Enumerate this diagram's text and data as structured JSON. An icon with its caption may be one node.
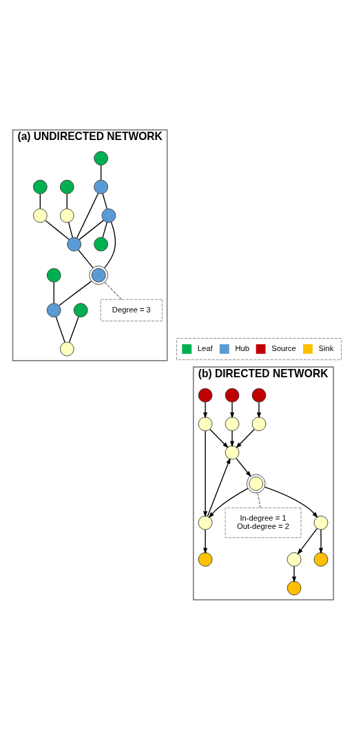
{
  "diagram": {
    "nodes": [
      {
        "text": [
          "(a) UNDIRECTED NETWORK"
        ]
      },
      {
        "text": [],
        "shape": "circle",
        "in": 0
      },
      {
        "text": [],
        "shape": "circle",
        "in": 0
      },
      {
        "text": [],
        "shape": "circle",
        "in": 0
      },
      {
        "text": [],
        "shape": "circle",
        "in": 0
      },
      {
        "text": [],
        "shape": "circle",
        "in": 0
      },
      {
        "text": [],
        "shape": "circle",
        "in": 0
      },
      {
        "text": [],
        "shape": "circle",
        "in": 0
      },
      {
        "text": [],
        "shape": "circle",
        "in": 0
      },
      {
        "text": [],
        "shape": "circle",
        "in": 0
      },
      {
        "text": [],
        "shape": "circle",
        "in": 0
      },
      {
        "text": [],
        "shape": "circle",
        "in": 0
      },
      {
        "text": [],
        "shape": "circle",
        "in": 0
      },
      {
        "text": [],
        "shape": "circle",
        "in": 0
      },
      {
        "text": [],
        "shape": "circle",
        "in": 0
      },
      {
        "text": [
          "Degree = 3"
        ],
        "in": 0
      },
      {
        "text": [
          "(b) DIRECTED NETWORK"
        ]
      },
      {
        "text": [],
        "shape": "circle",
        "in": 16
      },
      {
        "text": [],
        "shape": "circle",
        "in": 16
      },
      {
        "text": [],
        "shape": "circle",
        "in": 16
      },
      {
        "text": [],
        "shape": "circle",
        "in": 16
      },
      {
        "text": [],
        "shape": "circle",
        "in": 16
      },
      {
        "text": [],
        "shape": "circle",
        "in": 16
      },
      {
        "text": [],
        "shape": "circle",
        "in": 16
      },
      {
        "text": [],
        "shape": "circle",
        "in": 16
      },
      {
        "text": [],
        "shape": "circle",
        "in": 16
      },
      {
        "text": [],
        "shape": "circle",
        "in": 16
      },
      {
        "text": [],
        "shape": "circle",
        "in": 16
      },
      {
        "text": [],
        "shape": "circle",
        "in": 16
      },
      {
        "text": [],
        "shape": "circle",
        "in": 16
      },
      {
        "text": [],
        "shape": "circle",
        "in": 16
      },
      {
        "text": [
          "In-degree = 1",
          "Out-degree = 2"
        ],
        "in": 16
      }
    ],
    "edges": [
      {
        "from": 1,
        "to": 3,
        "arrow": "none"
      },
      {
        "from": 3,
        "to": 9,
        "arrow": "none"
      },
      {
        "from": 2,
        "to": 4,
        "arrow": "none"
      },
      {
        "from": 4,
        "to": 9,
        "arrow": "none"
      },
      {
        "from": 7,
        "to": 8,
        "arrow": "none"
      },
      {
        "from": 8,
        "to": 9,
        "arrow": "none"
      },
      {
        "from": 8,
        "to": 13,
        "arrow": "none"
      },
      {
        "from": 13,
        "to": 9,
        "arrow": "none"
      },
      {
        "from": 9,
        "to": 10,
        "arrow": "none"
      },
      {
        "from": 13,
        "to": 10,
        "arrow": "none"
      },
      {
        "from": 10,
        "to": 11,
        "arrow": "none"
      },
      {
        "from": 5,
        "to": 11,
        "arrow": "none"
      },
      {
        "from": 11,
        "to": 12,
        "arrow": "none"
      },
      {
        "from": 6,
        "to": 12,
        "arrow": "none"
      },
      {
        "from": 13,
        "to": 14,
        "arrow": "none"
      },
      {
        "from": 10,
        "to": 15,
        "arrow": "none",
        "style": "dashed",
        "color": "#808080"
      },
      {
        "from": 17,
        "to": 19,
        "arrow": "to"
      },
      {
        "from": 19,
        "to": 25,
        "arrow": "to"
      },
      {
        "from": 18,
        "to": 20,
        "arrow": "to"
      },
      {
        "from": 20,
        "to": 25,
        "arrow": "to"
      },
      {
        "from": 23,
        "to": 24,
        "arrow": "to"
      },
      {
        "from": 24,
        "to": 25,
        "arrow": "to"
      },
      {
        "from": 24,
        "to": 29,
        "arrow": "to"
      },
      {
        "from": 29,
        "to": 25,
        "arrow": "to"
      },
      {
        "from": 25,
        "to": 26,
        "arrow": "to"
      },
      {
        "from": 26,
        "to": 29,
        "arrow": "to"
      },
      {
        "from": 26,
        "to": 27,
        "arrow": "to"
      },
      {
        "from": 27,
        "to": 21,
        "arrow": "to"
      },
      {
        "from": 27,
        "to": 28,
        "arrow": "to"
      },
      {
        "from": 28,
        "to": 22,
        "arrow": "to"
      },
      {
        "from": 29,
        "to": 30,
        "arrow": "to"
      },
      {
        "from": 26,
        "to": 31,
        "arrow": "none",
        "style": "dashed",
        "color": "#808080"
      }
    ],
    "legend": [
      {
        "text": "Leaf",
        "color": "#00b050"
      },
      {
        "text": "Hub",
        "color": "#5b9bd5"
      },
      {
        "text": "Source",
        "color": "#c00000"
      },
      {
        "text": "Sink",
        "color": "#ffc000"
      }
    ]
  }
}
